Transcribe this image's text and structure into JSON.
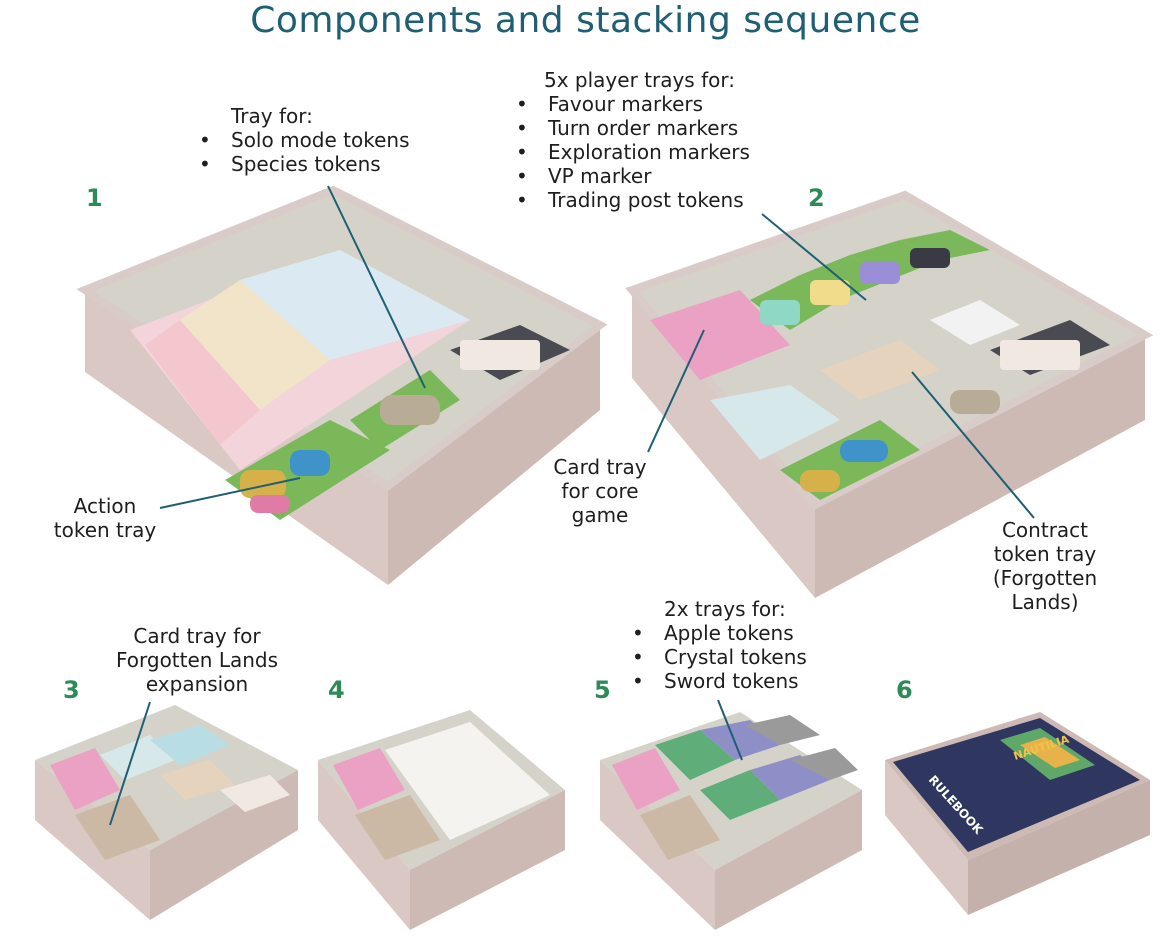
{
  "title": "Components and stacking sequence",
  "steps": [
    "1",
    "2",
    "3",
    "4",
    "5",
    "6"
  ],
  "labels": {
    "tray_for": {
      "heading": "Tray for:",
      "items": [
        "Solo mode tokens",
        "Species tokens"
      ]
    },
    "player_trays": {
      "heading": "5x player trays for:",
      "items": [
        "Favour markers",
        "Turn order markers",
        "Exploration markers",
        "VP marker",
        "Trading post tokens"
      ]
    },
    "action_token_tray": [
      "Action",
      "token tray"
    ],
    "card_tray_core": [
      "Card tray",
      "for core",
      "game"
    ],
    "contract_token_tray": [
      "Contract",
      "token tray",
      "(Forgotten",
      "Lands)"
    ],
    "card_tray_forgotten": [
      "Card tray for",
      "Forgotten Lands",
      "expansion"
    ],
    "two_trays": {
      "heading": "2x trays for:",
      "items": [
        "Apple tokens",
        "Crystal tokens",
        "Sword tokens"
      ]
    }
  },
  "rulebook": {
    "logo": "NAUTILIA",
    "text": "RULEBOOK"
  },
  "colors": {
    "title": "#1f5f73",
    "step_number": "#2e8a57",
    "box": "#e2d3cf",
    "box_shadow": "#c9b7b2",
    "box_inside": "#d8d6cc",
    "tray_green": "#7ab85a",
    "card_pink": "#eaa1c4"
  }
}
